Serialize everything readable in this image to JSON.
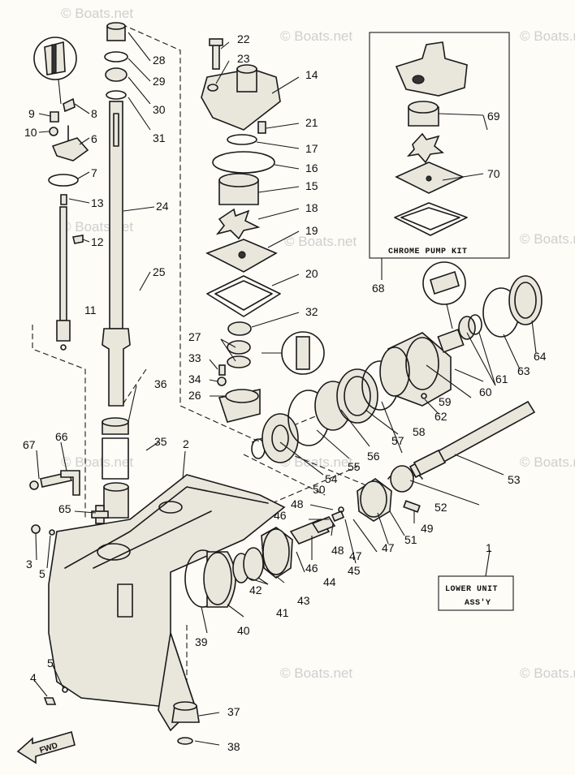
{
  "watermark": "© Boats.net",
  "kit_label": "CHROME PUMP KIT",
  "assy_label_line1": "LOWER UNIT",
  "assy_label_line2": "ASS'Y",
  "fwd_label": "FWD",
  "callouts": [
    "1",
    "2",
    "3",
    "4",
    "5",
    "5",
    "6",
    "7",
    "8",
    "9",
    "10",
    "11",
    "12",
    "13",
    "14",
    "15",
    "16",
    "17",
    "18",
    "19",
    "20",
    "21",
    "22",
    "23",
    "24",
    "25",
    "26",
    "27",
    "28",
    "29",
    "30",
    "31",
    "32",
    "33",
    "34",
    "35",
    "36",
    "37",
    "38",
    "39",
    "40",
    "41",
    "42",
    "43",
    "44",
    "45",
    "46",
    "46",
    "47",
    "47",
    "48",
    "48",
    "49",
    "50",
    "51",
    "52",
    "53",
    "54",
    "55",
    "56",
    "57",
    "58",
    "59",
    "60",
    "61",
    "62",
    "63",
    "64",
    "65",
    "66",
    "67",
    "68",
    "69",
    "70"
  ]
}
